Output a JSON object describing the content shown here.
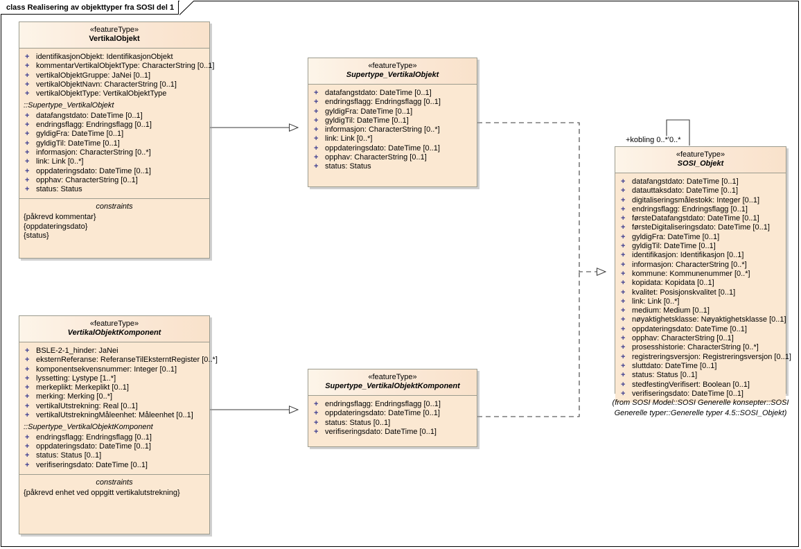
{
  "diagram": {
    "title": "class Realisering av objekttyper fra SOSI del 1",
    "stereotype_feature": "«featureType»",
    "constraints_label": "constraints",
    "from_note": "(from SOSI Model::SOSI Generelle konsepter::SOSI Generelle typer::Generelle typer 4.5::SOSI_Objekt)",
    "colors": {
      "class_fill": "#fbe8d2",
      "class_header_fill": "#fdf5e9",
      "class_border": "#9b9b8e",
      "visibility_marker": "#3b3b8f",
      "connector": "#3a3a3a",
      "background": "#ffffff"
    }
  },
  "classes": [
    {
      "id": "vertikalobjekt",
      "stereotype": "«featureType»",
      "name": "VertikalObjekt",
      "abstract": false,
      "attributes": [
        {
          "vis": "+",
          "text": "identifikasjonObjekt: IdentifikasjonObjekt"
        },
        {
          "vis": "+",
          "text": "kommentarVertikalObjektType: CharacterString [0..1]"
        },
        {
          "vis": "+",
          "text": "vertikalObjektGruppe: JaNei [0..1]"
        },
        {
          "vis": "+",
          "text": "vertikalObjektNavn: CharacterString [0..1]"
        },
        {
          "vis": "+",
          "text": "vertikalObjektType: VertikalObjektType"
        }
      ],
      "group_header": "::Supertype_VertikalObjekt",
      "inherited": [
        {
          "vis": "+",
          "text": "datafangstdato: DateTime [0..1]"
        },
        {
          "vis": "+",
          "text": "endringsflagg: Endringsflagg [0..1]"
        },
        {
          "vis": "+",
          "text": "gyldigFra: DateTime [0..1]"
        },
        {
          "vis": "+",
          "text": "gyldigTil: DateTime [0..1]"
        },
        {
          "vis": "+",
          "text": "informasjon: CharacterString [0..*]"
        },
        {
          "vis": "+",
          "text": "link: Link [0..*]"
        },
        {
          "vis": "+",
          "text": "oppdateringsdato: DateTime [0..1]"
        },
        {
          "vis": "+",
          "text": "opphav: CharacterString [0..1]"
        },
        {
          "vis": "+",
          "text": "status: Status"
        }
      ],
      "constraints": [
        "{påkrevd kommentar}",
        "{oppdateringsdato}",
        "{status}"
      ]
    },
    {
      "id": "supertype-vertikalobjekt",
      "stereotype": "«featureType»",
      "name": "Supertype_VertikalObjekt",
      "abstract": true,
      "attributes": [
        {
          "vis": "+",
          "text": "datafangstdato: DateTime [0..1]"
        },
        {
          "vis": "+",
          "text": "endringsflagg: Endringsflagg [0..1]"
        },
        {
          "vis": "+",
          "text": "gyldigFra: DateTime [0..1]"
        },
        {
          "vis": "+",
          "text": "gyldigTil: DateTime [0..1]"
        },
        {
          "vis": "+",
          "text": "informasjon: CharacterString [0..*]"
        },
        {
          "vis": "+",
          "text": "link: Link [0..*]"
        },
        {
          "vis": "+",
          "text": "oppdateringsdato: DateTime [0..1]"
        },
        {
          "vis": "+",
          "text": "opphav: CharacterString [0..1]"
        },
        {
          "vis": "+",
          "text": "status: Status"
        }
      ]
    },
    {
      "id": "sosi-objekt",
      "stereotype": "«featureType»",
      "name": "SOSI_Objekt",
      "abstract": true,
      "attributes": [
        {
          "vis": "+",
          "text": "datafangstdato: DateTime [0..1]"
        },
        {
          "vis": "+",
          "text": "datauttaksdato: DateTime [0..1]"
        },
        {
          "vis": "+",
          "text": "digitaliseringsmålestokk: Integer [0..1]"
        },
        {
          "vis": "+",
          "text": "endringsflagg: Endringsflagg [0..1]"
        },
        {
          "vis": "+",
          "text": "førsteDatafangstdato: DateTime [0..1]"
        },
        {
          "vis": "+",
          "text": "førsteDigitaliseringsdato: DateTime [0..1]"
        },
        {
          "vis": "+",
          "text": "gyldigFra: DateTime [0..1]"
        },
        {
          "vis": "+",
          "text": "gyldigTil: DateTime [0..1]"
        },
        {
          "vis": "+",
          "text": "identifikasjon: Identifikasjon [0..1]"
        },
        {
          "vis": "+",
          "text": "informasjon: CharacterString [0..*]"
        },
        {
          "vis": "+",
          "text": "kommune: Kommunenummer [0..*]"
        },
        {
          "vis": "+",
          "text": "kopidata: Kopidata [0..1]"
        },
        {
          "vis": "+",
          "text": "kvalitet: Posisjonskvalitet [0..1]"
        },
        {
          "vis": "+",
          "text": "link: Link [0..*]"
        },
        {
          "vis": "+",
          "text": "medium: Medium [0..1]"
        },
        {
          "vis": "+",
          "text": "nøyaktighetsklasse: Nøyaktighetsklasse [0..1]"
        },
        {
          "vis": "+",
          "text": "oppdateringsdato: DateTime [0..1]"
        },
        {
          "vis": "+",
          "text": "opphav: CharacterString [0..1]"
        },
        {
          "vis": "+",
          "text": "prosesshistorie: CharacterString [0..*]"
        },
        {
          "vis": "+",
          "text": "registreringsversjon: Registreringsversjon [0..1]"
        },
        {
          "vis": "+",
          "text": "sluttdato: DateTime [0..1]"
        },
        {
          "vis": "+",
          "text": "status: Status [0..1]"
        },
        {
          "vis": "+",
          "text": "stedfestingVerifisert: Boolean [0..1]"
        },
        {
          "vis": "+",
          "text": "verifiseringsdato: DateTime [0..1]"
        }
      ]
    },
    {
      "id": "vertikalobjektkomponent",
      "stereotype": "«featureType»",
      "name": "VertikalObjektKomponent",
      "abstract": true,
      "attributes": [
        {
          "vis": "+",
          "text": "BSLE-2-1_hinder: JaNei"
        },
        {
          "vis": "+",
          "text": "eksternReferanse: ReferanseTilEksterntRegister [0..*]"
        },
        {
          "vis": "+",
          "text": "komponentsekvensnummer: Integer [0..1]"
        },
        {
          "vis": "+",
          "text": "lyssetting: Lystype [1..*]"
        },
        {
          "vis": "+",
          "text": "merkeplikt: Merkeplikt [0..1]"
        },
        {
          "vis": "+",
          "text": "merking: Merking [0..*]"
        },
        {
          "vis": "+",
          "text": "vertikalUtstrekning: Real [0..1]"
        },
        {
          "vis": "+",
          "text": "vertikalUtstrekningMåleenhet: Måleenhet [0..1]"
        }
      ],
      "group_header": "::Supertype_VertikalObjektKomponent",
      "inherited": [
        {
          "vis": "+",
          "text": "endringsflagg: Endringsflagg [0..1]"
        },
        {
          "vis": "+",
          "text": "oppdateringsdato: DateTime [0..1]"
        },
        {
          "vis": "+",
          "text": "status: Status [0..1]"
        },
        {
          "vis": "+",
          "text": "verifiseringsdato: DateTime [0..1]"
        }
      ],
      "constraints": [
        "{påkrevd enhet ved oppgitt vertikalutstrekning}"
      ]
    },
    {
      "id": "supertype-vertikalobjektkomponent",
      "stereotype": "«featureType»",
      "name": "Supertype_VertikalObjektKomponent",
      "abstract": true,
      "attributes": [
        {
          "vis": "+",
          "text": "endringsflagg: Endringsflagg [0..1]"
        },
        {
          "vis": "+",
          "text": "oppdateringsdato: DateTime [0..1]"
        },
        {
          "vis": "+",
          "text": "status: Status [0..1]"
        },
        {
          "vis": "+",
          "text": "verifiseringsdato: DateTime [0..1]"
        }
      ]
    }
  ],
  "connectors": {
    "self_association": {
      "role": "+kobling 0..*",
      "target_multiplicity": "'0..*"
    }
  }
}
